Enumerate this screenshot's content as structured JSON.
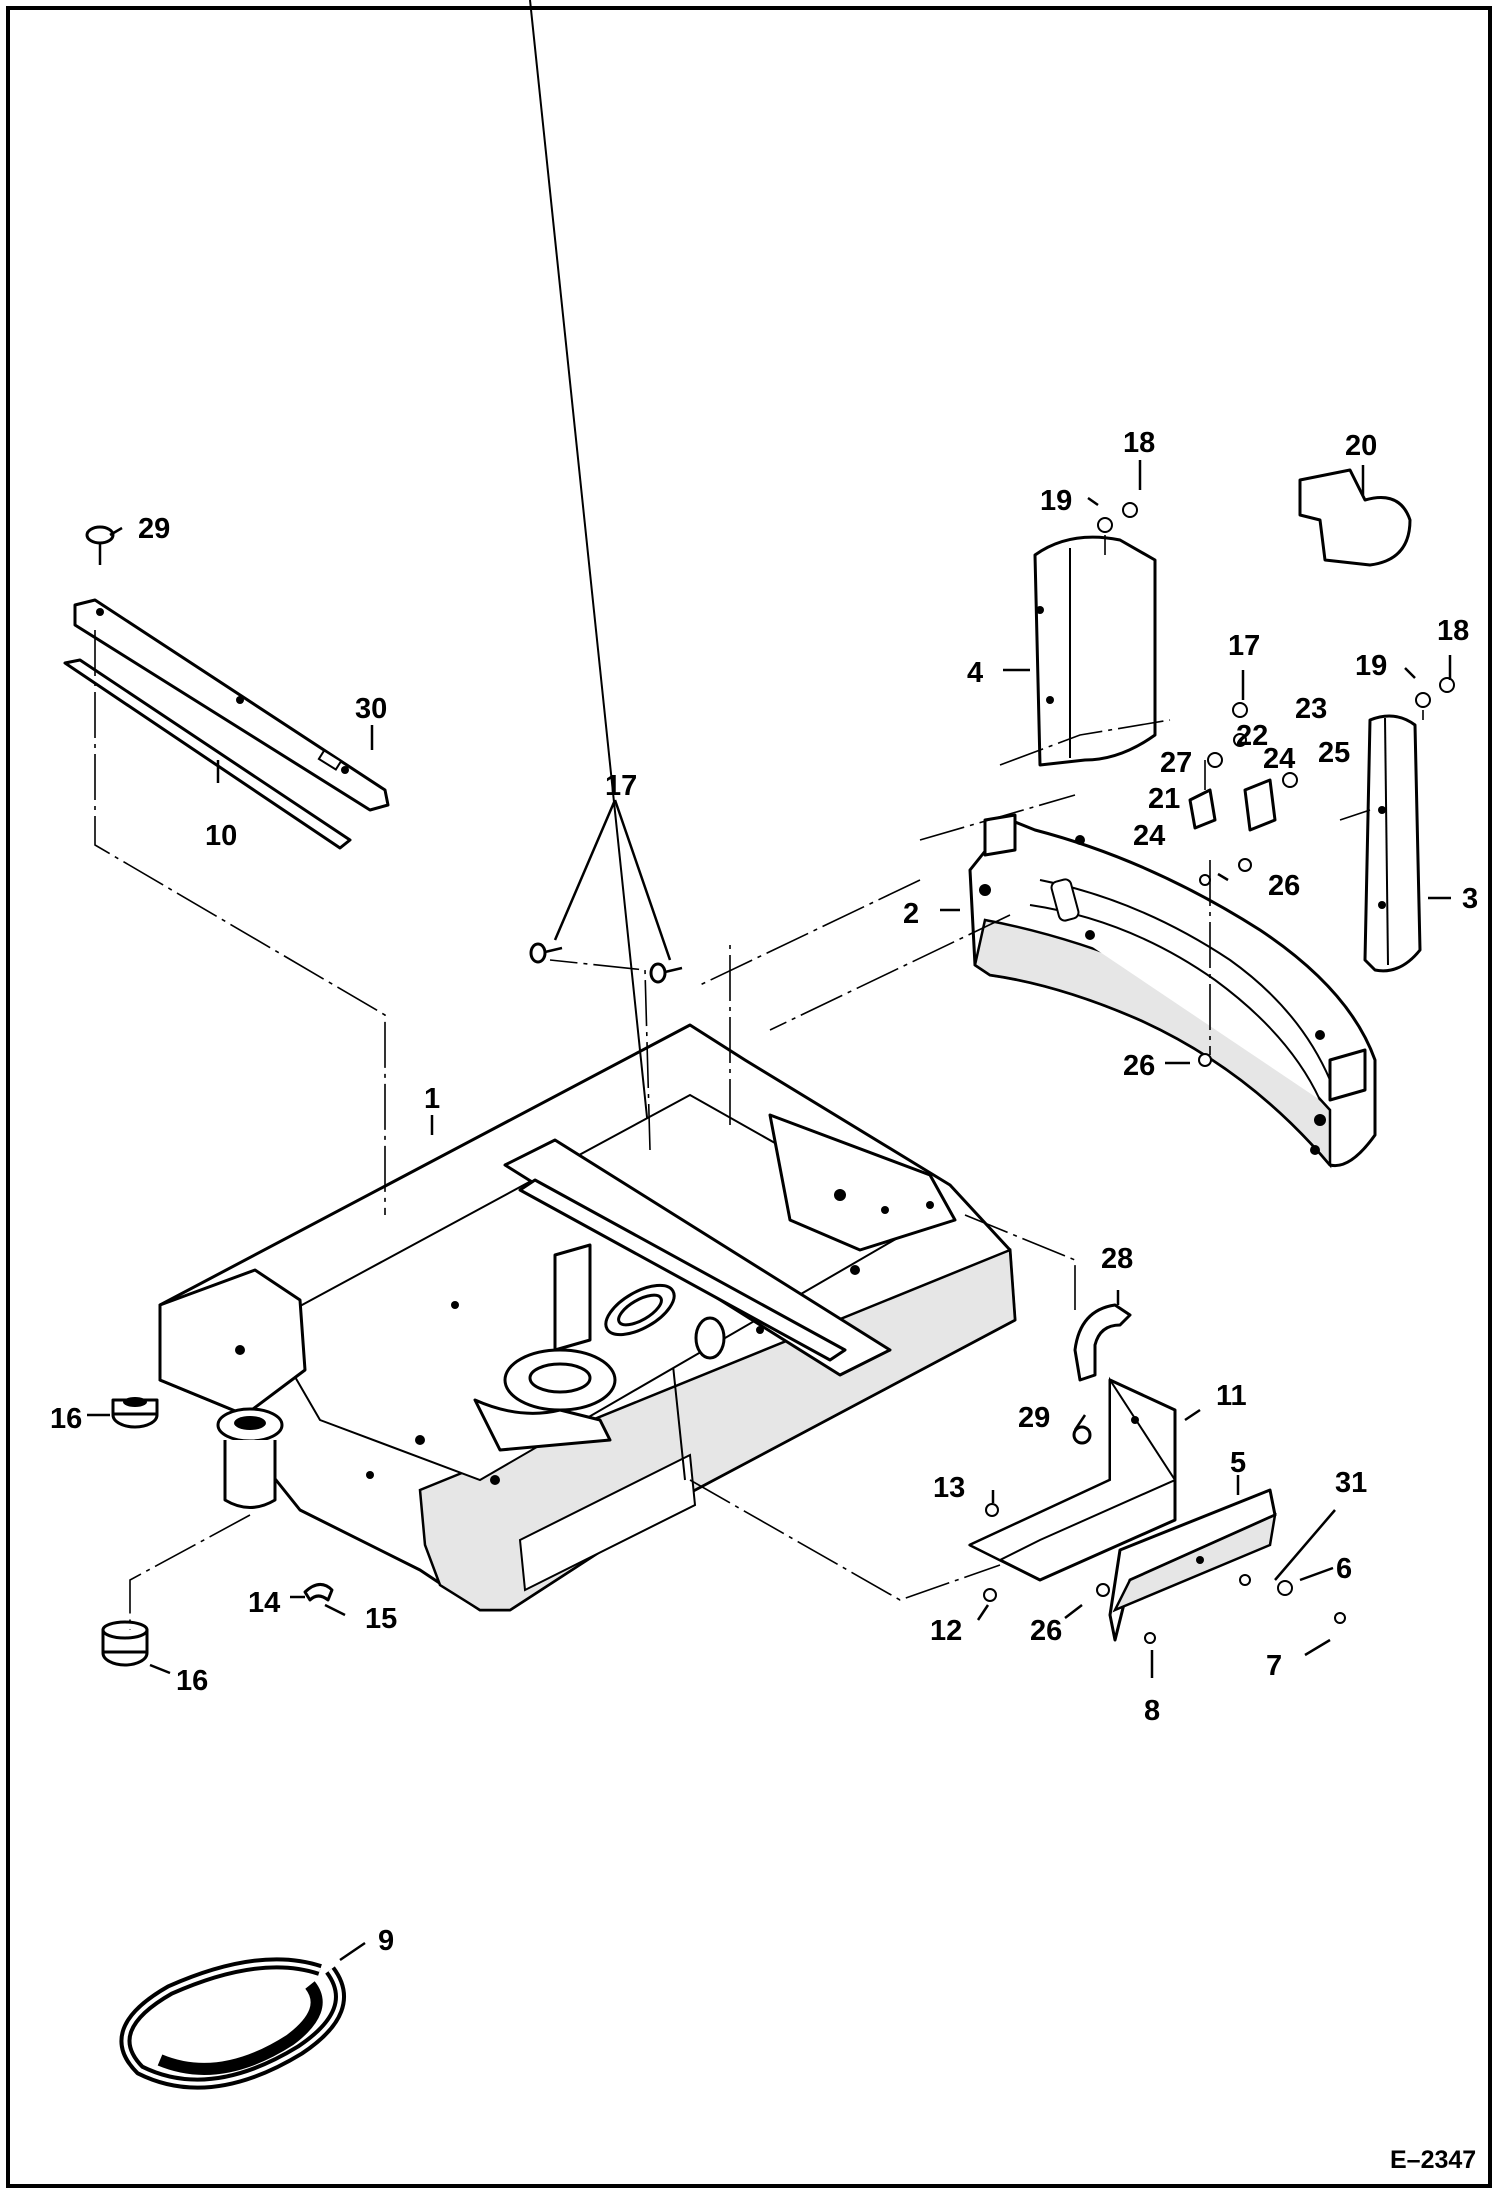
{
  "figure_id": "E–2347",
  "callouts": {
    "c1": "1",
    "c2": "2",
    "c3": "3",
    "c4": "4",
    "c5": "5",
    "c6": "6",
    "c7": "7",
    "c8": "8",
    "c9": "9",
    "c10": "10",
    "c11": "11",
    "c12": "12",
    "c13": "13",
    "c14": "14",
    "c15": "15",
    "c16a": "16",
    "c16b": "16",
    "c17a": "17",
    "c17b": "17",
    "c18a": "18",
    "c18b": "18",
    "c19a": "19",
    "c19b": "19",
    "c20": "20",
    "c21": "21",
    "c22": "22",
    "c23": "23",
    "c24a": "24",
    "c24b": "24",
    "c25": "25",
    "c26a": "26",
    "c26b": "26",
    "c26c": "26",
    "c27": "27",
    "c28": "28",
    "c29a": "29",
    "c29b": "29",
    "c30": "30",
    "c31": "31"
  }
}
